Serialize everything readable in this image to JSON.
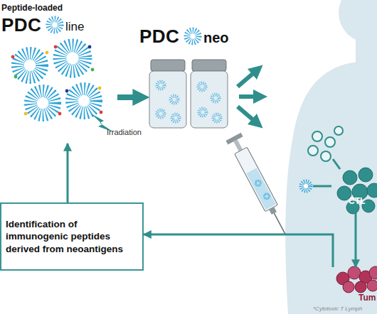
{
  "diagram": {
    "nodes": [
      {
        "text": [
          "Peptide-loaded",
          "PDC",
          "line"
        ]
      },
      {
        "text": [
          "PDC",
          "neo"
        ]
      },
      {
        "text": [
          "Identification of immunogenic peptides derived from neoantigens"
        ]
      },
      {
        "text": [
          "CTL"
        ]
      },
      {
        "text": [
          "Tum"
        ]
      }
    ],
    "edges": [
      {
        "from": 0,
        "to": 1,
        "arrow": "to"
      },
      {
        "from": 2,
        "to": 0,
        "arrow": "to"
      },
      {
        "from": 4,
        "to": 2,
        "arrow": "to"
      },
      {
        "from": 3,
        "to": 4,
        "arrow": "to"
      }
    ],
    "labels": [
      "Irradiation",
      "*Cytotoxic T Lymph"
    ]
  }
}
